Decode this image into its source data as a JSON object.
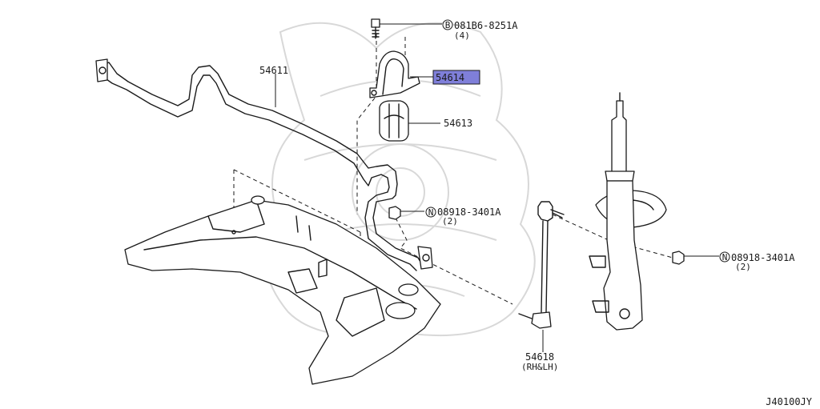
{
  "diagram": {
    "code": "J40100JY",
    "parts": {
      "p54611": {
        "number": "54611"
      },
      "p54614": {
        "number": "54614",
        "highlighted": true,
        "highlight_color": "#7f7fd9"
      },
      "p54613": {
        "number": "54613"
      },
      "p54618": {
        "number": "54618",
        "note": "(RH&LH)"
      },
      "bolt_b": {
        "symbol": "B",
        "number": "081B6-8251A",
        "qty": "(4)"
      },
      "nut_n1": {
        "symbol": "N",
        "number": "08918-3401A",
        "qty": "(2)"
      },
      "nut_n2": {
        "symbol": "N",
        "number": "08918-3401A",
        "qty": "(2)"
      }
    }
  }
}
